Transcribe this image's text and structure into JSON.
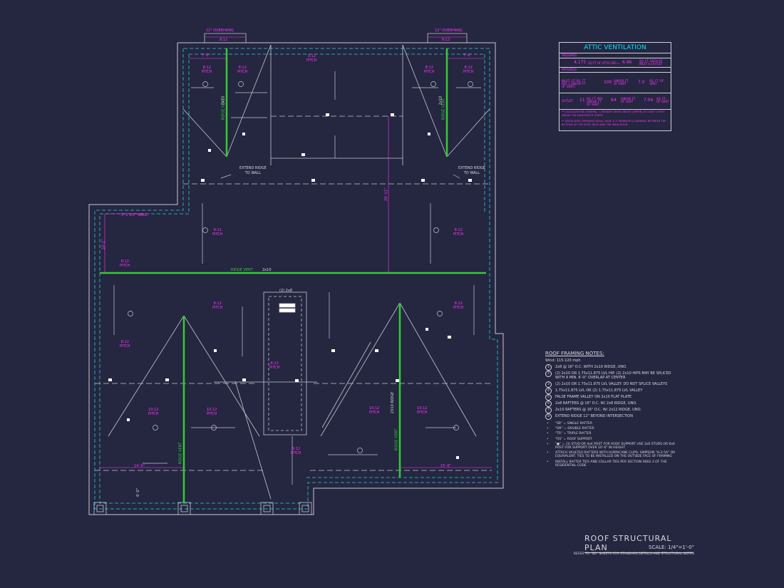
{
  "overhangs": [
    "12\" OVERHANG",
    "12\" OVERHANG"
  ],
  "pitch_labels": {
    "p812": "8:12",
    "p312": "3:12",
    "p1012": "10:12",
    "pitch": "PITCH"
  },
  "ridge_vent": "RIDGE VENT",
  "extend_ridge": [
    "EXTEND RIDGE",
    "TO WALL"
  ],
  "member_labels": {
    "twox10": "2x10",
    "twox10_ridge": "2X10 RIDGE",
    "two_2x8": "(2) 2x8",
    "wall": "3'-1 1/2\" WALL"
  },
  "dimensions": {
    "d7_0": "7'-0\"",
    "d7_0b": "7'-0\"",
    "d10_1": "10'-1\"",
    "d26_11": "26'-11\"",
    "d14_0": "14'-0\"",
    "d15_6": "15'-6\"",
    "d6_0": "6'-0\""
  },
  "attic_ventilation": {
    "title": "ATTIC VENTILATION",
    "required_label": "REQUIRED",
    "required_sqft": "4,175",
    "required_text": "SQ FT OF ATTIC/300 =",
    "required_value": "6.96",
    "required_unit": "SQ. FT. EACH OF INLET & OUTLET",
    "provided_label": "PROVIDED",
    "inlet_label": "INLET (37 SQ. FT. PER 1 LINEAR FT. OF VENT)",
    "inlet_value": "100",
    "inlet_mid": "LINEAR FT. OF VENT",
    "inlet_result": "7.0",
    "inlet_unit": "SQ. FT. OF VENT",
    "outlet_label": "OUTLET",
    "outlet_a": "11",
    "outlet_a_unit": "SQ. FT. PER LINEAR FT. OF VENT",
    "outlet_b": "64",
    "outlet_b_unit": "LINEAR FT. OF VENT",
    "outlet_result": "7.04",
    "outlet_unit": "SQ. FT. OF VENT",
    "note1": "** CALCULATIONS GENERAL. CONSIDER VENTS ABOVE (UPPER) AT LEAST 3 FEET ABOVE THE EAVE/SOFFIT VENTS",
    "note2": "** VENTILATED OPENINGS SHALL HAVE A 1\" MINIMUM CLEARANCE BETWEEN THE BOTTOM OF THE ROOF DECK AND THE INSULATION"
  },
  "roof_framing_notes": {
    "title": "ROOF FRAMING NOTES:",
    "wind": "Wind: 115-120 mph",
    "items": [
      {
        "num": "1",
        "text": "2x8 @ 16\" O.C. WITH 2x10 RIDGE, UNO."
      },
      {
        "num": "2",
        "text": "(2) 2x10 OR 1.75x11.875 LVL HIP. (2) 2x10 HIPS MAY BE SPLICED WITH A MIN. 6'-0\" OVERLAP AT CENTER"
      },
      {
        "num": "3",
        "text": "(2) 2x10 OR 1.75x11.875 LVL VALLEY. DO NOT SPLICE VALLEYS"
      },
      {
        "num": "4",
        "text": "1.75x11.875 LVL OR (2) 1.75x11.875 LVL VALLEY"
      },
      {
        "num": "5",
        "text": "FALSE FRAME VALLEY ON 2x10 FLAT PLATE"
      },
      {
        "num": "6",
        "text": "2x8 RAFTERS @ 16\" O.C. W/ 2x8 RIDGE, UNO."
      },
      {
        "num": "7",
        "text": "2x10 RAFTERS @ 16\" O.C. W/ 2x12 RIDGE, UNO."
      },
      {
        "num": "8",
        "text": "EXTEND RIDGE 12\" BEYOND INTERSECTION"
      }
    ],
    "legend": [
      "\"SR\" = SINGLE RAFTER",
      "\"DR\" = DOUBLE RAFTER",
      "\"TR\" = TRIPLE RAFTER",
      "\"RS\" = ROOF SUPPORT",
      "\"●\" = (3) STUD OR 4x4 POST FOR ROOF SUPPORT USE 2x6 STUDS OR 6x6 POST FOR SUPPORT OVER 10'-0\" IN HEIGHT",
      "ATTACH VAULTED RAFTERS WITH HURRICANE CLIPS: SIMPSON \"H-2.5A\" OR EQUIVALENT. TIES TO BE INSTALLED ON THE OUTSIDE FACE OF FRAMING",
      "INSTALL RAFTER TIES AND COLLAR TIES PER SECTION R802.3 OF THE RESIDENTIAL CODE"
    ]
  },
  "title_block": {
    "title": "ROOF STRUCTURAL PLAN",
    "scale": "SCALE: 1/4\"=1'-0\"",
    "note": "REFER TO \"SD\" SHEETS FOR STANDARD DETAILS AND STRUCTURAL NOTES"
  },
  "colors": {
    "background": "#252640",
    "linework": "#c8c8d2",
    "cyan": "#22d3d3",
    "magenta": "#ff33ff",
    "green": "#33cc33"
  }
}
